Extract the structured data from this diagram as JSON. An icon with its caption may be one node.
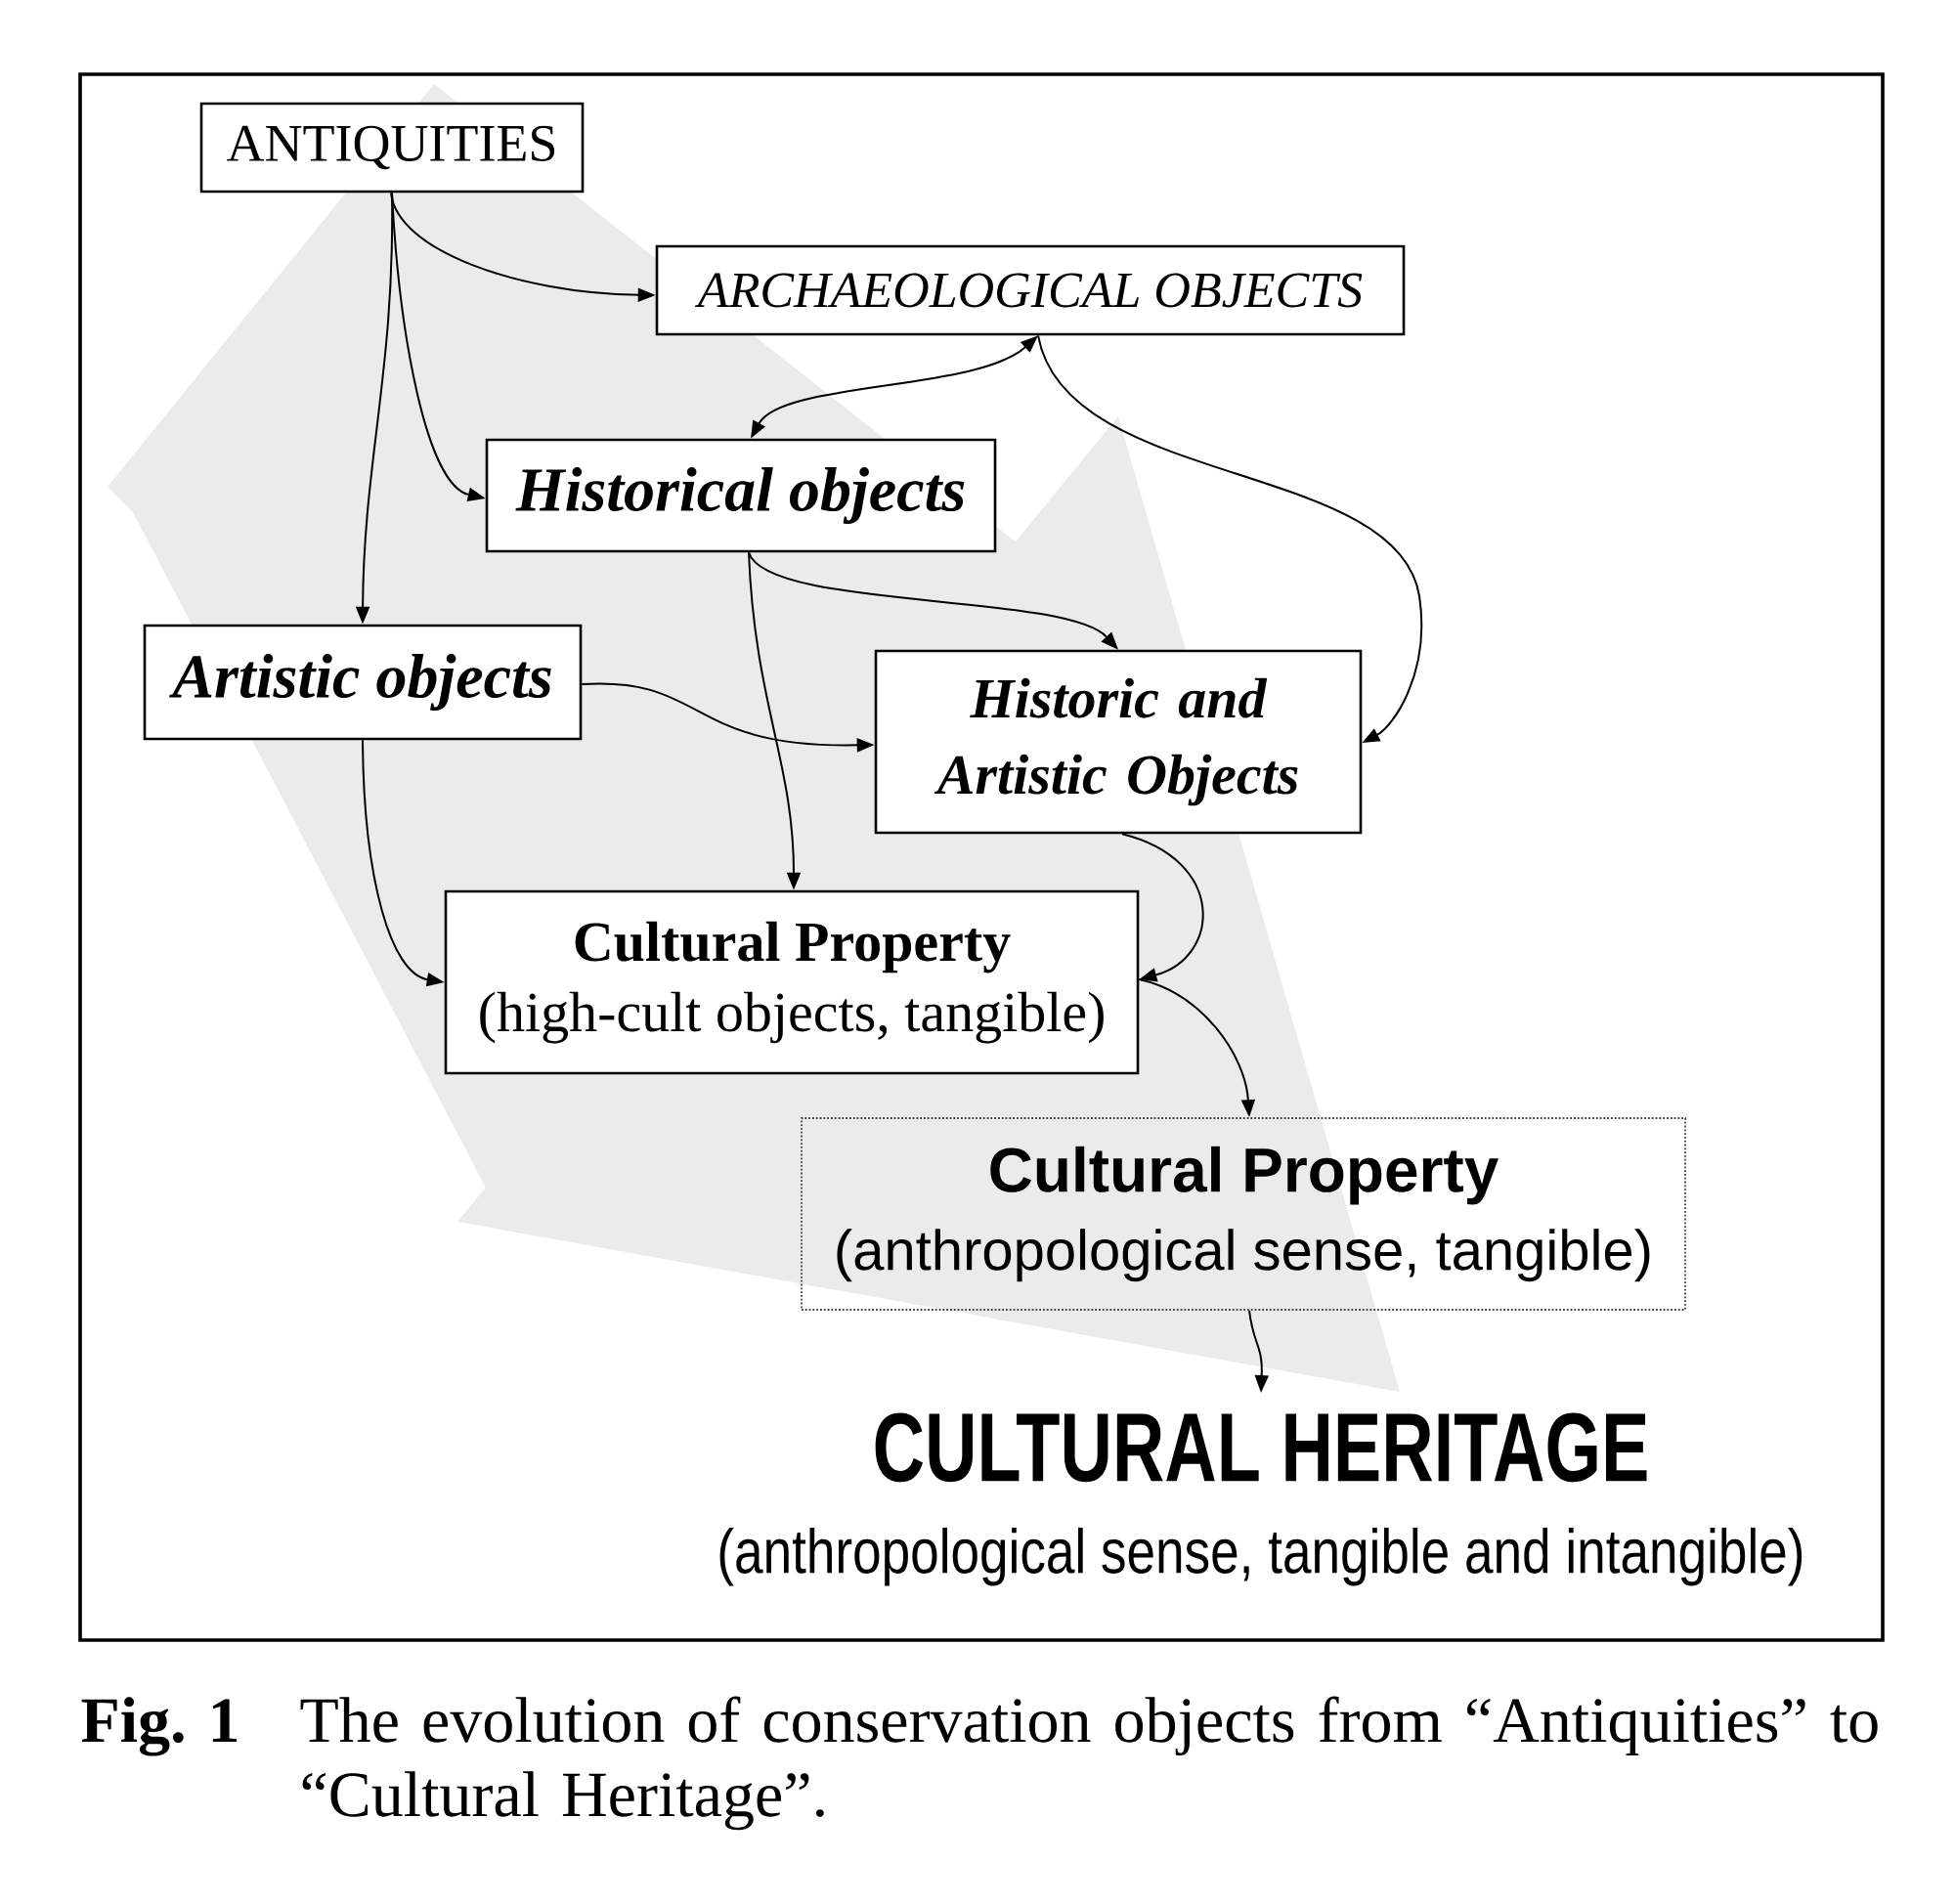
{
  "diagram": {
    "caption": "The evolution of conservation objects from “Antiquities” to “Cultural Heritage”.",
    "nodes": [
      {
        "text": [
          "ANTIQUITIES"
        ]
      },
      {
        "text": [
          "ARCHAEOLOGICAL OBJECTS"
        ]
      },
      {
        "text": [
          "Historical objects"
        ]
      },
      {
        "text": [
          "Artistic objects"
        ]
      },
      {
        "text": [
          "Historic and Artistic Objects"
        ]
      },
      {
        "text": [
          "Cultural Property",
          "(high-cult objects, tangible)"
        ]
      },
      {
        "text": [
          "Cultural Property",
          "(anthropological sense, tangible)"
        ]
      },
      {
        "text": [
          "CULTURAL HERITAGE",
          "(anthropological sense, tangible and intangible)"
        ]
      }
    ],
    "edges": [
      {
        "from": 0,
        "to": 1,
        "arrow": "to"
      },
      {
        "from": 0,
        "to": 3,
        "arrow": "to"
      },
      {
        "from": 0,
        "to": 2,
        "arrow": "to"
      },
      {
        "from": 1,
        "to": 2,
        "arrow": "both"
      },
      {
        "from": 1,
        "to": 4,
        "arrow": "to"
      },
      {
        "from": 2,
        "to": 4,
        "arrow": "to"
      },
      {
        "from": 2,
        "to": 5,
        "arrow": "to"
      },
      {
        "from": 3,
        "to": 4,
        "arrow": "to"
      },
      {
        "from": 3,
        "to": 5,
        "arrow": "to"
      },
      {
        "from": 4,
        "to": 5,
        "arrow": "to"
      },
      {
        "from": 5,
        "to": 6,
        "arrow": "to"
      },
      {
        "from": 6,
        "to": 7,
        "arrow": "to"
      }
    ],
    "labels": [
      "Fig. 1"
    ]
  }
}
